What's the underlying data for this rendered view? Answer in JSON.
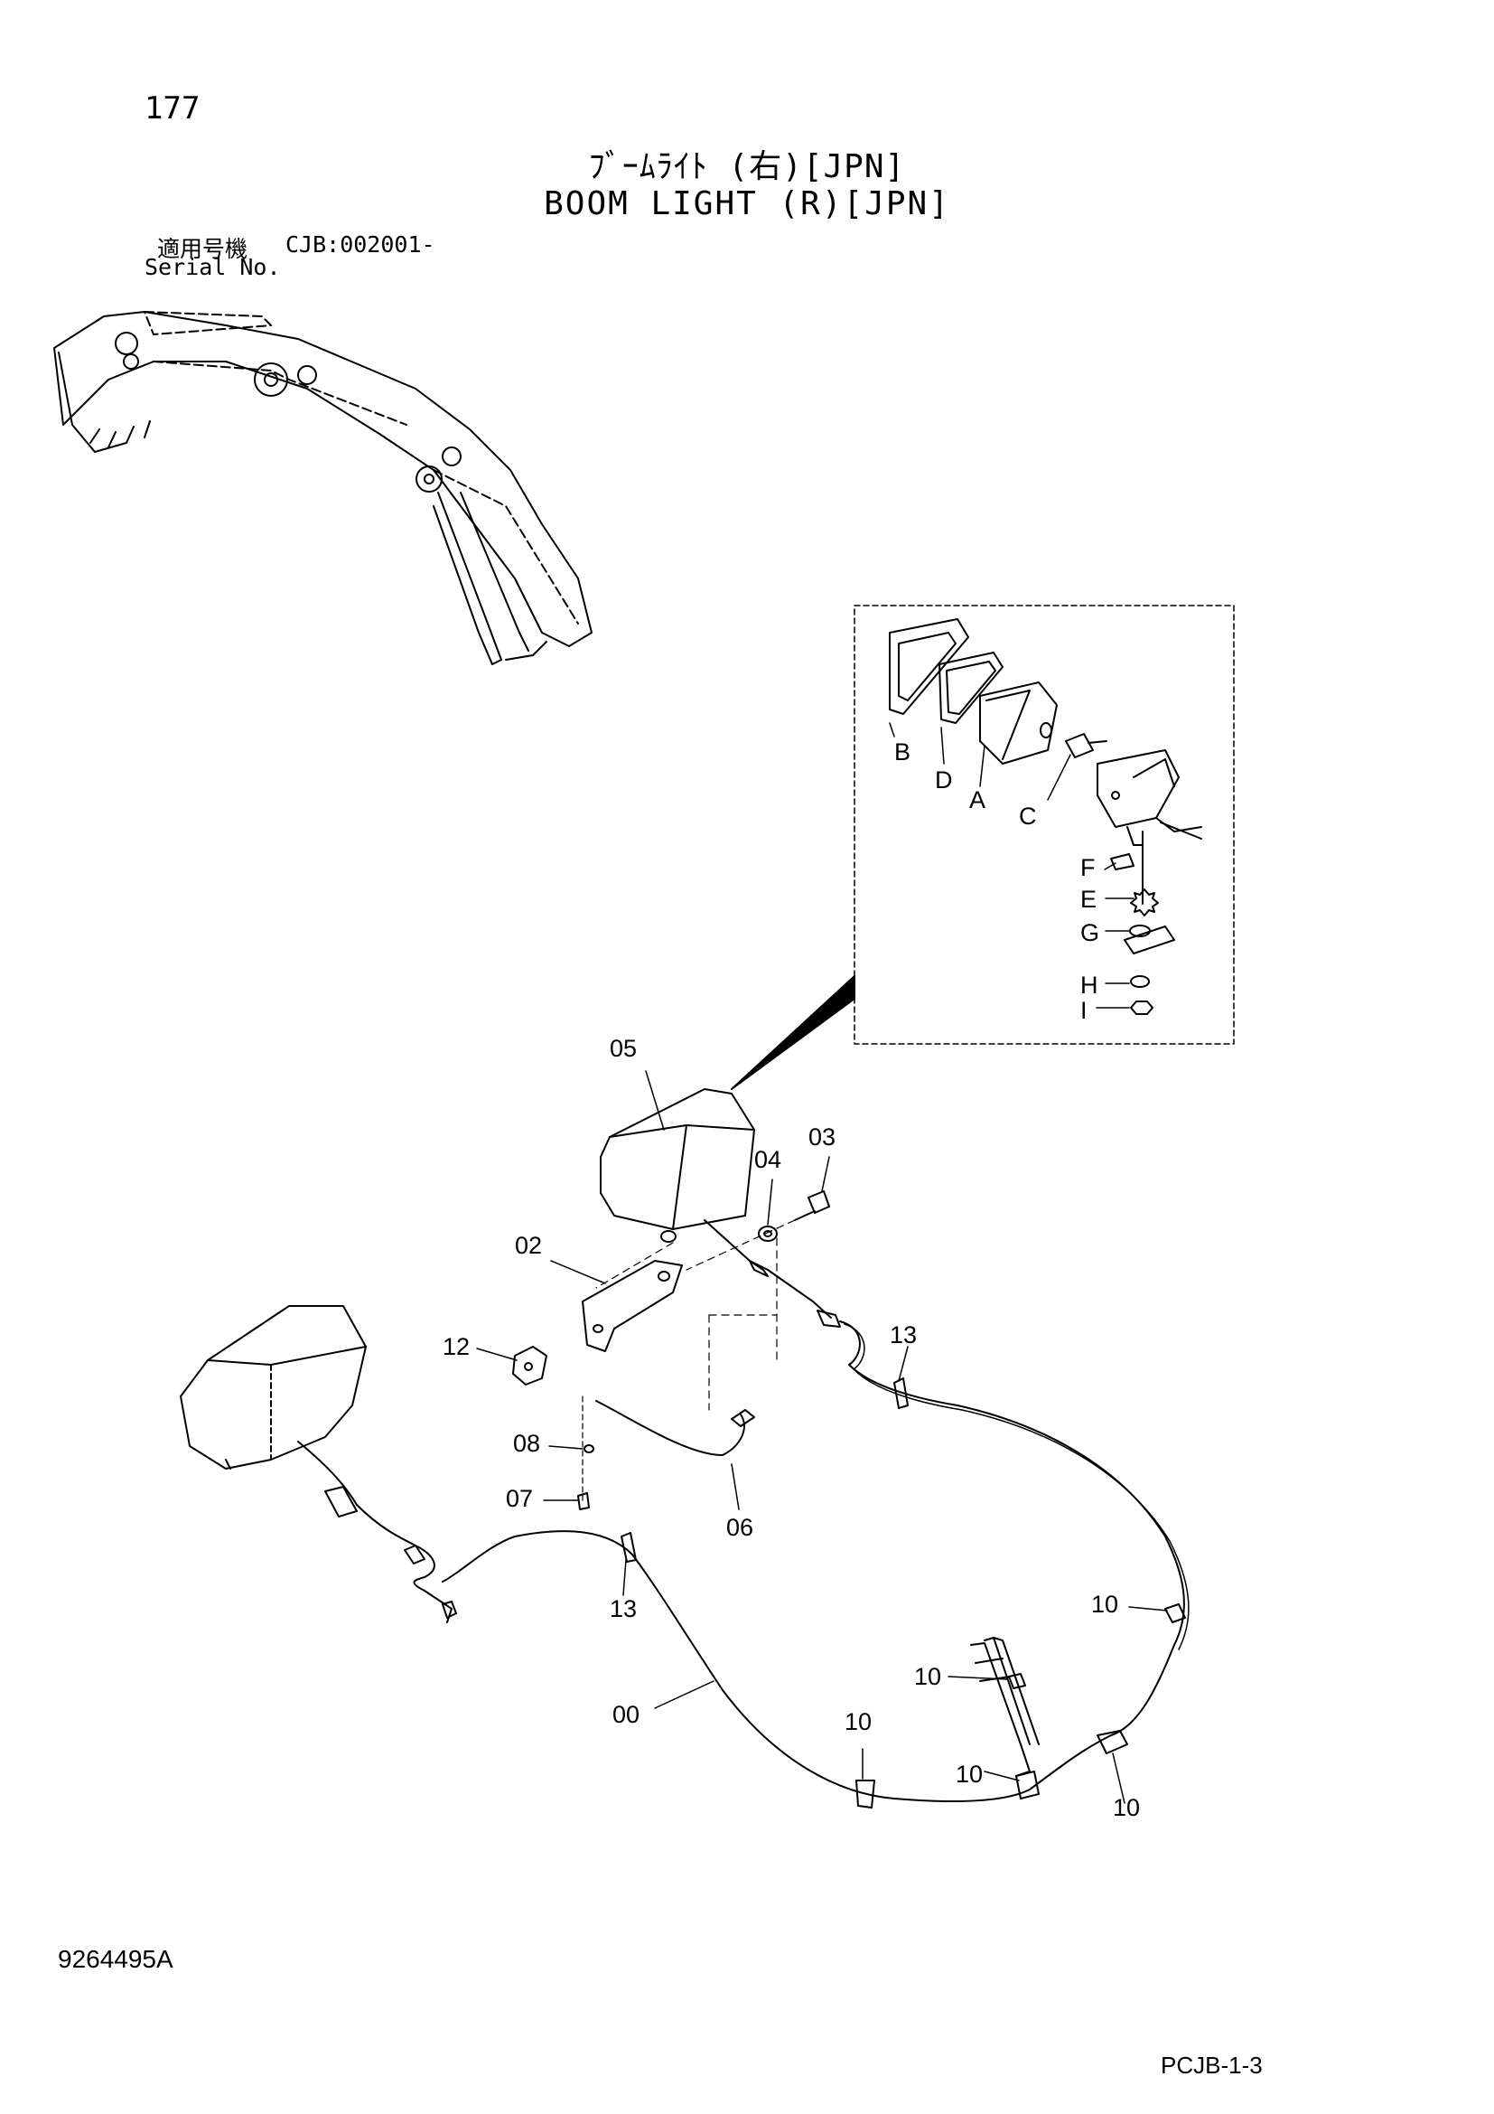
{
  "header": {
    "page_number": "177",
    "title_jp": "ﾌﾞｰﾑﾗｲﾄ (右)[JPN]",
    "title_en": "BOOM LIGHT (R)[JPN]",
    "serial_label_jp": "適用号機",
    "serial_value": "CJB:002001-",
    "serial_label_en": "Serial No."
  },
  "callouts": {
    "00": "00",
    "02": "02",
    "03": "03",
    "04": "04",
    "05": "05",
    "06": "06",
    "07": "07",
    "08": "08",
    "12": "12",
    "13a": "13",
    "13b": "13",
    "10a": "10",
    "10b": "10",
    "10c": "10",
    "10d": "10",
    "10e": "10",
    "A": "A",
    "B": "B",
    "C": "C",
    "D": "D",
    "E": "E",
    "F": "F",
    "G": "G",
    "H": "H",
    "I": "I"
  },
  "footer": {
    "doc_code": "9264495A",
    "page_code": "PCJB-1-3"
  }
}
